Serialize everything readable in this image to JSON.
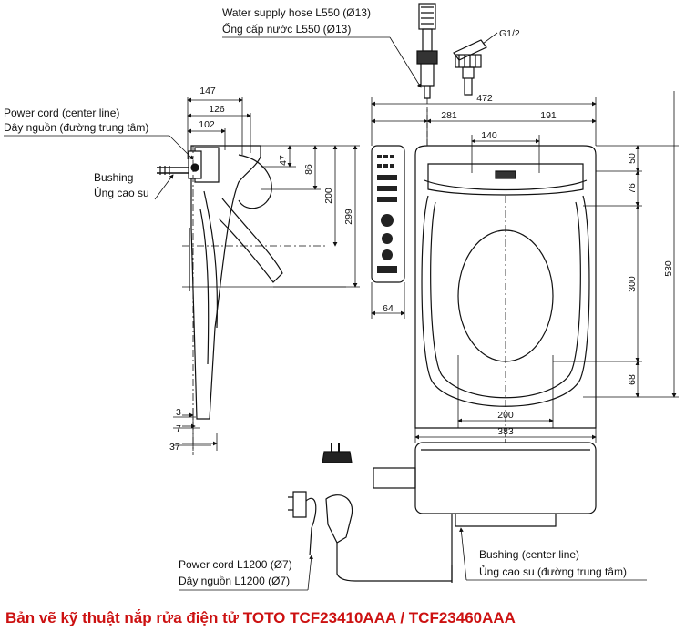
{
  "labels": {
    "water_hose_en": "Water supply hose L550 (Ø13)",
    "water_hose_vi": "Ống cấp nước L550 (Ø13)",
    "thread": "G1/2",
    "power_cord_center_en": "Power cord (center line)",
    "power_cord_center_vi": "Dây nguồn (đường trung tâm)",
    "bushing_en": "Bushing",
    "bushing_vi": "Ủng cao su",
    "power_cord_en": "Power cord L1200 (Ø7)",
    "power_cord_vi": "Dây nguồn L1200 (Ø7)",
    "bushing_center_en": "Bushing (center line)",
    "bushing_center_vi": "Ủng cao su (đường trung tâm)"
  },
  "dimensions": {
    "d147": "147",
    "d126": "126",
    "d102": "102",
    "d47": "47",
    "d86": "86",
    "d200_side": "200",
    "d299": "299",
    "d3": "3",
    "d7": "7",
    "d37": "37",
    "d472": "472",
    "d281": "281",
    "d191": "191",
    "d140": "140",
    "d64": "64",
    "d50": "50",
    "d76": "76",
    "d300": "300",
    "d68": "68",
    "d530": "530",
    "d200_bottom": "200",
    "d383": "383"
  },
  "caption": "Bản vẽ kỹ thuật nắp rửa điện tử TOTO TCF23410AAA / TCF23460AAA",
  "colors": {
    "caption": "#cc1111",
    "line": "#111111"
  }
}
